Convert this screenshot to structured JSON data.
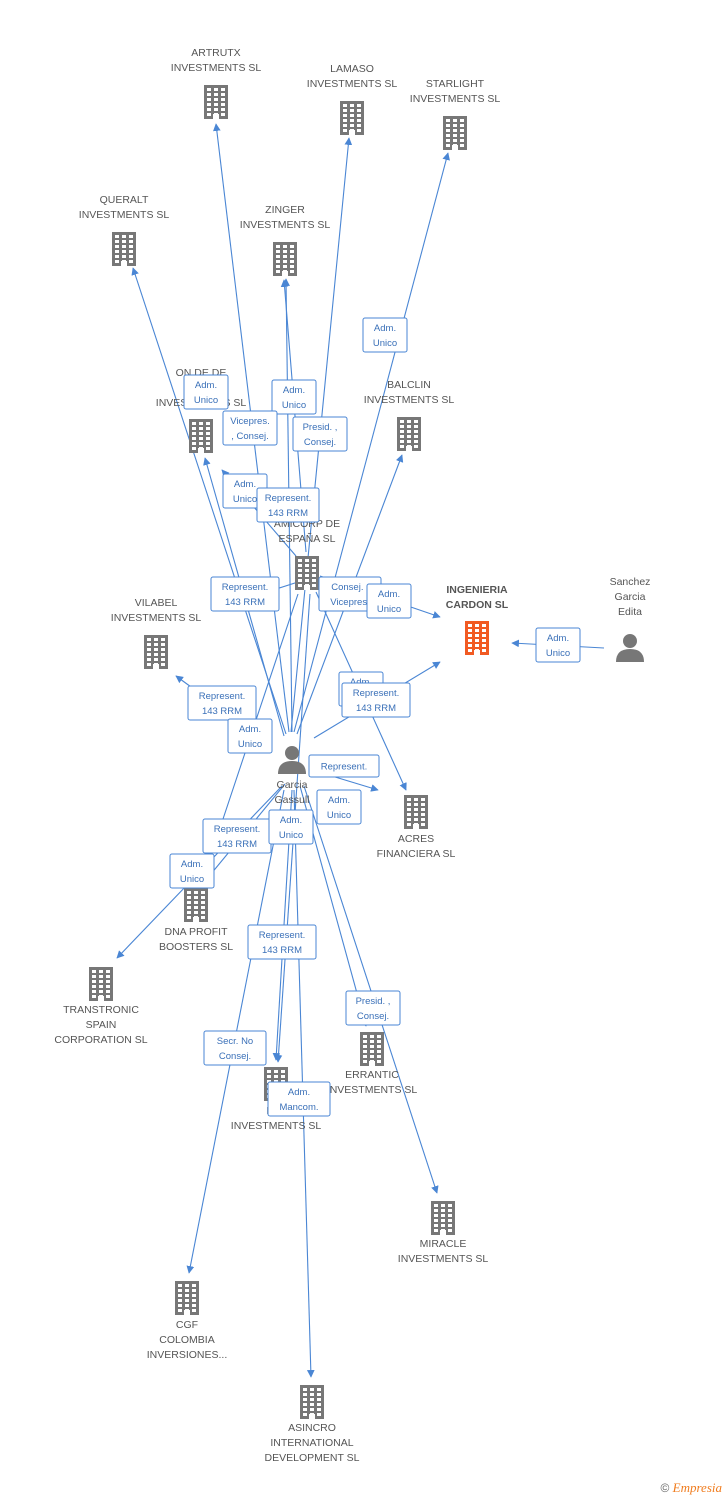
{
  "colors": {
    "company": "#777777",
    "focus": "#f15a22",
    "person": "#777777",
    "edge": "#4a86d4"
  },
  "nodes": [
    {
      "id": "artrutx",
      "type": "company",
      "lines": [
        "ARTRUTX",
        "INVESTMENTS SL"
      ]
    },
    {
      "id": "lamaso",
      "type": "company",
      "lines": [
        "LAMASO",
        "INVESTMENTS SL"
      ]
    },
    {
      "id": "starlight",
      "type": "company",
      "lines": [
        "STARLIGHT",
        "INVESTMENTS SL"
      ]
    },
    {
      "id": "queralt",
      "type": "company",
      "lines": [
        "QUERALT",
        "INVESTMENTS SL"
      ]
    },
    {
      "id": "zinger",
      "type": "company",
      "lines": [
        "ZINGER",
        "INVESTMENTS SL"
      ]
    },
    {
      "id": "ondede",
      "type": "company",
      "lines": [
        "ON DE DE",
        "E...",
        "INVESTMENTS SL"
      ]
    },
    {
      "id": "balclin",
      "type": "company",
      "lines": [
        "BALCLIN",
        "INVESTMENTS SL"
      ]
    },
    {
      "id": "amicorp",
      "type": "company",
      "lines": [
        "AMICORP DE",
        "ESPAÑA SL"
      ]
    },
    {
      "id": "ingenieria",
      "type": "focus",
      "lines": [
        "INGENIERIA",
        "CARDON SL"
      ]
    },
    {
      "id": "sanchez",
      "type": "person",
      "lines": [
        "Sanchez",
        "Garcia",
        "Edita"
      ]
    },
    {
      "id": "vilabel",
      "type": "company",
      "lines": [
        "VILABEL",
        "INVESTMENTS SL"
      ]
    },
    {
      "id": "garcia",
      "type": "person",
      "lines": [
        "Garcia",
        "Gassull"
      ]
    },
    {
      "id": "acres",
      "type": "company",
      "lines": [
        "ACRES",
        "FINANCIERA SL"
      ]
    },
    {
      "id": "dna",
      "type": "company",
      "lines": [
        "DNA PROFIT",
        "BOOSTERS SL"
      ]
    },
    {
      "id": "transtronic",
      "type": "company",
      "lines": [
        "TRANSTRONIC",
        "SPAIN",
        "CORPORATION SL"
      ]
    },
    {
      "id": "errantic",
      "type": "company",
      "lines": [
        "ERRANTIC",
        "INVESTMENTS SL"
      ]
    },
    {
      "id": "di",
      "type": "company",
      "lines": [
        "DI...",
        "INVESTMENTS SL"
      ]
    },
    {
      "id": "miracle",
      "type": "company",
      "lines": [
        "MIRACLE",
        "INVESTMENTS SL"
      ]
    },
    {
      "id": "cgf",
      "type": "company",
      "lines": [
        "CGF",
        "COLOMBIA",
        "INVERSIONES..."
      ]
    },
    {
      "id": "asincro",
      "type": "company",
      "lines": [
        "ASINCRO",
        "INTERNATIONAL",
        "DEVELOPMENT SL"
      ]
    }
  ],
  "edges": [
    {
      "from": "garcia",
      "to": "artrutx"
    },
    {
      "from": "garcia",
      "to": "lamaso"
    },
    {
      "from": "garcia",
      "to": "starlight"
    },
    {
      "from": "garcia",
      "to": "queralt"
    },
    {
      "from": "garcia",
      "to": "zinger"
    },
    {
      "from": "garcia",
      "to": "ondede"
    },
    {
      "from": "garcia",
      "to": "balclin"
    },
    {
      "from": "garcia",
      "to": "ingenieria"
    },
    {
      "from": "garcia",
      "to": "vilabel"
    },
    {
      "from": "garcia",
      "to": "acres"
    },
    {
      "from": "garcia",
      "to": "dna"
    },
    {
      "from": "garcia",
      "to": "transtronic"
    },
    {
      "from": "garcia",
      "to": "errantic"
    },
    {
      "from": "garcia",
      "to": "di"
    },
    {
      "from": "garcia",
      "to": "miracle"
    },
    {
      "from": "garcia",
      "to": "cgf"
    },
    {
      "from": "garcia",
      "to": "asincro"
    },
    {
      "from": "amicorp",
      "to": "zinger"
    },
    {
      "from": "amicorp",
      "to": "ondede"
    },
    {
      "from": "amicorp",
      "to": "ingenieria"
    },
    {
      "from": "amicorp",
      "to": "vilabel"
    },
    {
      "from": "amicorp",
      "to": "acres"
    },
    {
      "from": "amicorp",
      "to": "dna"
    },
    {
      "from": "amicorp",
      "to": "di"
    },
    {
      "from": "sanchez",
      "to": "ingenieria"
    }
  ],
  "edge_labels": [
    {
      "id": "starlight-admunico",
      "lines": [
        "Adm.",
        "Unico"
      ]
    },
    {
      "id": "ondede-admunico",
      "lines": [
        "Adm.",
        "Unico"
      ]
    },
    {
      "id": "zinger-admunico",
      "lines": [
        "Adm.",
        "Unico"
      ]
    },
    {
      "id": "vicepres-consej",
      "lines": [
        "Vicepres.",
        ", Consej."
      ]
    },
    {
      "id": "presid-consej-top",
      "lines": [
        "Presid. ,",
        "Consej."
      ]
    },
    {
      "id": "ondede-admunico-2",
      "lines": [
        "Adm.",
        "Unico"
      ]
    },
    {
      "id": "represent-143-top",
      "lines": [
        "Represent.",
        "143 RRM"
      ]
    },
    {
      "id": "vilabel-represent",
      "lines": [
        "Represent.",
        "143 RRM"
      ]
    },
    {
      "id": "consej-vicepres",
      "lines": [
        "Consej. ,",
        "Vicepres."
      ]
    },
    {
      "id": "ingenieria-admunico",
      "lines": [
        "Adm.",
        "Unico"
      ]
    },
    {
      "id": "sanchez-admunico",
      "lines": [
        "Adm.",
        "Unico"
      ]
    },
    {
      "id": "ingenieria-admunico-2",
      "lines": [
        "Adm.",
        "Unico"
      ]
    },
    {
      "id": "ingenieria-represent",
      "lines": [
        "Represent.",
        "143 RRM"
      ]
    },
    {
      "id": "vilabel-represent-2",
      "lines": [
        "Represent.",
        "143 RRM"
      ]
    },
    {
      "id": "garcia-admunico",
      "lines": [
        "Adm.",
        "Unico"
      ]
    },
    {
      "id": "acres-represent",
      "lines": [
        "Represent."
      ]
    },
    {
      "id": "acres-admunico",
      "lines": [
        "Adm.",
        "Unico"
      ]
    },
    {
      "id": "dna-represent",
      "lines": [
        "Represent.",
        "143 RRM"
      ]
    },
    {
      "id": "dna-admunico-b",
      "lines": [
        "Adm.",
        "Unico"
      ]
    },
    {
      "id": "dna-admunico",
      "lines": [
        "Adm.",
        "Unico"
      ]
    },
    {
      "id": "di-represent",
      "lines": [
        "Represent.",
        "143 RRM"
      ]
    },
    {
      "id": "errantic-presid",
      "lines": [
        "Presid. ,",
        "Consej."
      ]
    },
    {
      "id": "cgf-secr",
      "lines": [
        "Secr.  No",
        "Consej."
      ]
    },
    {
      "id": "asincro-mancom",
      "lines": [
        "Adm.",
        "Mancom."
      ]
    }
  ],
  "footer": {
    "copyright": "©",
    "brand": "Empresia"
  }
}
